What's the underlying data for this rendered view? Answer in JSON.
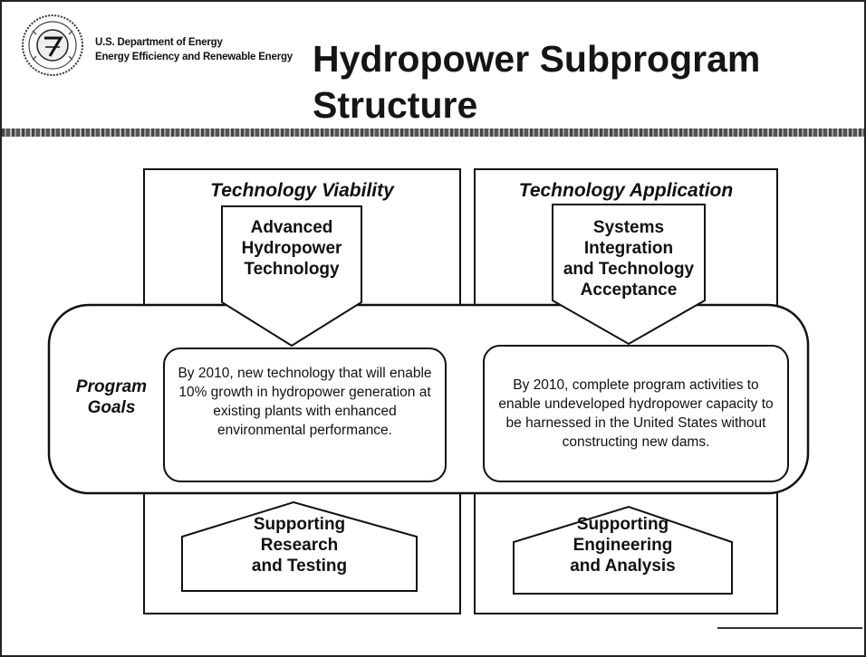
{
  "header": {
    "org_line1": "U.S. Department of Energy",
    "org_line2": "Energy Efficiency and Renewable Energy",
    "title_line1": "Hydropower Subprogram",
    "title_line2": "Structure",
    "seal_icon": "doe-seal-icon"
  },
  "columns": [
    {
      "title": "Technology Viability",
      "top_box": [
        "Advanced",
        "Hydropower",
        "Technology"
      ],
      "goal": "By 2010, new technology that will enable 10% growth in hydropower generation at existing plants with enhanced environmental performance.",
      "bottom_box": [
        "Supporting",
        "Research",
        "and Testing"
      ]
    },
    {
      "title": "Technology Application",
      "top_box": [
        "Systems",
        "Integration",
        "and Technology",
        "Acceptance"
      ],
      "goal": "By 2010, complete program activities to enable undeveloped hydropower capacity to be harnessed in the United States without constructing new dams.",
      "bottom_box": [
        "Supporting",
        "Engineering",
        "and Analysis"
      ]
    }
  ],
  "program_goals": {
    "label_line1": "Program",
    "label_line2": "Goals"
  },
  "colors": {
    "stroke": "#111111",
    "background": "#ffffff"
  }
}
